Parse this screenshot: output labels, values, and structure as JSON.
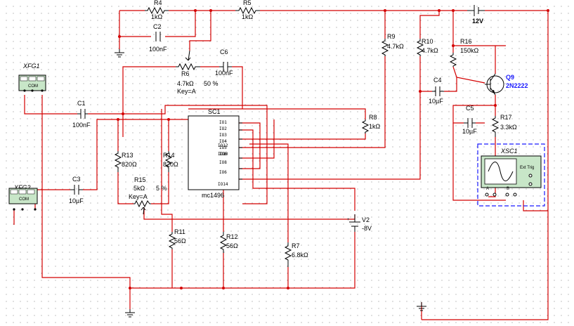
{
  "components": {
    "r4": {
      "ref": "R4",
      "value": "1kΩ"
    },
    "r5": {
      "ref": "R5",
      "value": "1kΩ"
    },
    "c2": {
      "ref": "C2",
      "value": "100nF"
    },
    "r6": {
      "ref": "R6",
      "value": "4.7kΩ",
      "percent": "50 %",
      "key": "Key=A"
    },
    "c6": {
      "ref": "C6",
      "value": "100nF"
    },
    "r9": {
      "ref": "R9",
      "value": "4.7kΩ"
    },
    "r10": {
      "ref": "R10",
      "value": "4.7kΩ"
    },
    "r16": {
      "ref": "R16",
      "value": "150kΩ"
    },
    "v1": {
      "value": "12V"
    },
    "q9": {
      "ref": "Q9",
      "value": "2N2222"
    },
    "c4": {
      "ref": "C4",
      "value": "10µF"
    },
    "c5": {
      "ref": "C5",
      "value": "10µF"
    },
    "r17": {
      "ref": "R17",
      "value": "3.3kΩ"
    },
    "c1": {
      "ref": "C1",
      "value": "100nF"
    },
    "c3": {
      "ref": "C3",
      "value": "10µF"
    },
    "r8": {
      "ref": "R8",
      "value": "1kΩ"
    },
    "r13": {
      "ref": "R13",
      "value": "820Ω"
    },
    "r14": {
      "ref": "R14",
      "value": "820Ω"
    },
    "r15": {
      "ref": "R15",
      "value": "5kΩ",
      "percent": "5 %",
      "key": "Key=A"
    },
    "r11": {
      "ref": "R11",
      "value": "56Ω"
    },
    "r12": {
      "ref": "R12",
      "value": "56Ω"
    },
    "r7": {
      "ref": "R7",
      "value": "6.8kΩ"
    },
    "v2": {
      "ref": "V2",
      "value": "-8V"
    }
  },
  "ic": {
    "ref": "SC1",
    "part": "mc1496",
    "pins": [
      "IO1",
      "IO2",
      "IO3",
      "IO4",
      "IO5",
      "IO6",
      "IO12",
      "IO10",
      "IO8",
      "IO6",
      "IO14"
    ]
  },
  "instruments": {
    "xfg1": {
      "ref": "XFG1",
      "com": "COM"
    },
    "xfg2": {
      "ref": "XFG2",
      "com": "COM"
    },
    "xsc1": {
      "ref": "XSC1",
      "ext_trig": "Ext Trig",
      "channel_a": "A",
      "channel_b": "B"
    }
  },
  "colors": {
    "wire": "#d40000",
    "component": "#000000",
    "transistor_label": "#1a1aff",
    "instrument_face": "#c8e6c8",
    "grid_dot": "#9a9a9a",
    "scope_frame": "#1a1aff"
  }
}
